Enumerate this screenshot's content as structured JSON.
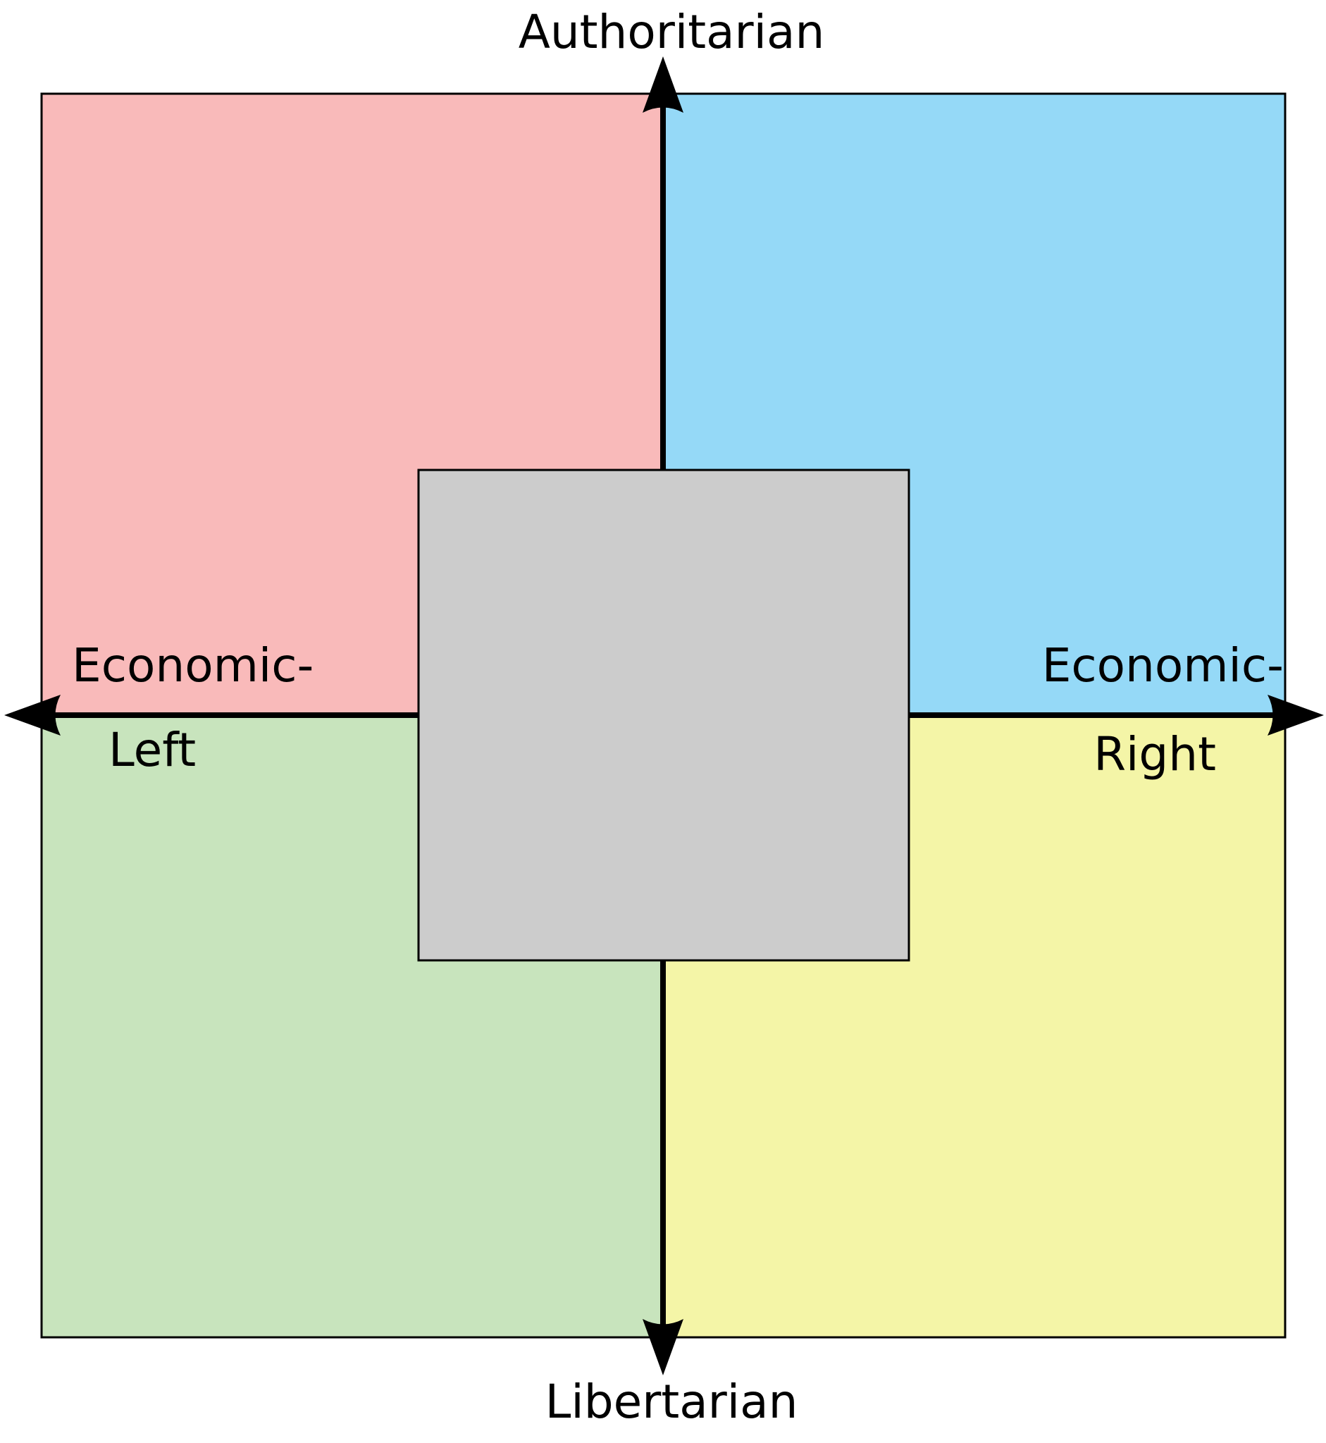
{
  "labels": {
    "top": "Authoritarian",
    "bottom": "Libertarian",
    "left_line1": "Economic-",
    "left_line2": "Left",
    "right_line1": "Economic-",
    "right_line2": "Right"
  },
  "colors": {
    "top_left": "#f9baba",
    "top_right": "#95d9f7",
    "bottom_left": "#c8e4bd",
    "bottom_right": "#f4f5a7",
    "center": "#cccccc",
    "axis": "#000000",
    "border": "#000000"
  }
}
